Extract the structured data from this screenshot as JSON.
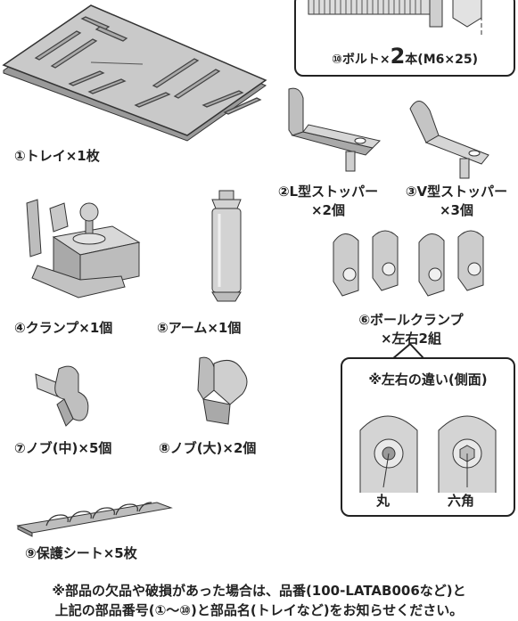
{
  "parts": {
    "tray": "①トレイ×1枚",
    "l_stopper_1": "②L型ストッパー",
    "l_stopper_2": "×2個",
    "v_stopper_1": "③V型ストッパー",
    "v_stopper_2": "×3個",
    "clamp": "④クランプ×1個",
    "arm": "⑤アーム×1個",
    "ball_clamp_1": "⑥ボールクランプ",
    "ball_clamp_2": "×左右2組",
    "knob_mid": "⑦ノブ(中)×5個",
    "knob_large": "⑧ノブ(大)×2個",
    "protect_sheet": "⑨保護シート×5枚"
  },
  "bolt": {
    "prefix": "⑩ボルト×",
    "count": "2",
    "suffix": "本(M6×25)"
  },
  "difference": {
    "title": "※左右の違い(側面)",
    "round": "丸",
    "hex": "六角"
  },
  "note": {
    "line1": "※部品の欠品や破損があった場合は、品番(100-LATAB006など)と",
    "line2": "上記の部品番号(①〜⑩)と部品名(トレイなど)をお知らせください。"
  }
}
